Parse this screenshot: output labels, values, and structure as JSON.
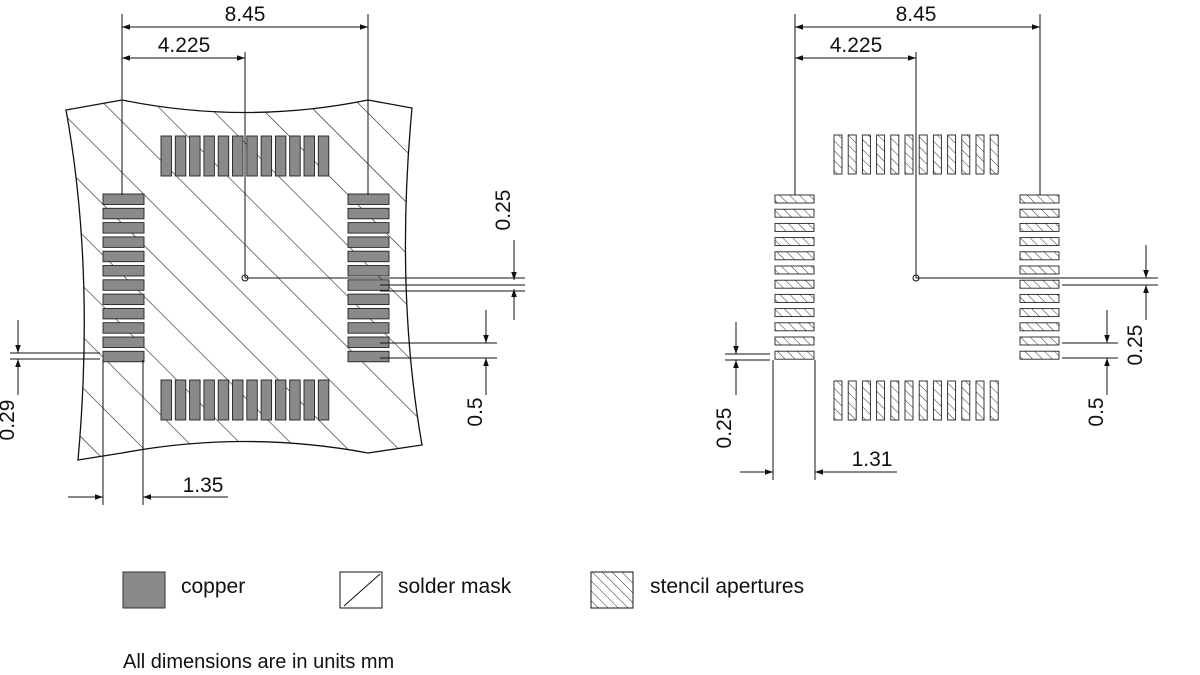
{
  "left_view": {
    "dim_width": "8.45",
    "dim_half_width": "4.225",
    "dim_pad_height": "0.25",
    "dim_pitch": "0.5",
    "dim_mask_gap": "0.29",
    "dim_pad_length": "1.35"
  },
  "right_view": {
    "dim_width": "8.45",
    "dim_half_width": "4.225",
    "dim_pad_height": "0.25",
    "dim_pitch": "0.5",
    "dim_pad_width": "0.25",
    "dim_pad_length": "1.31"
  },
  "legend": {
    "copper": {
      "label": "copper",
      "color": "#8a8a8a"
    },
    "solder_mask": {
      "label": "solder mask"
    },
    "stencil": {
      "label": "stencil apertures"
    }
  },
  "note": "All dimensions are in units mm"
}
